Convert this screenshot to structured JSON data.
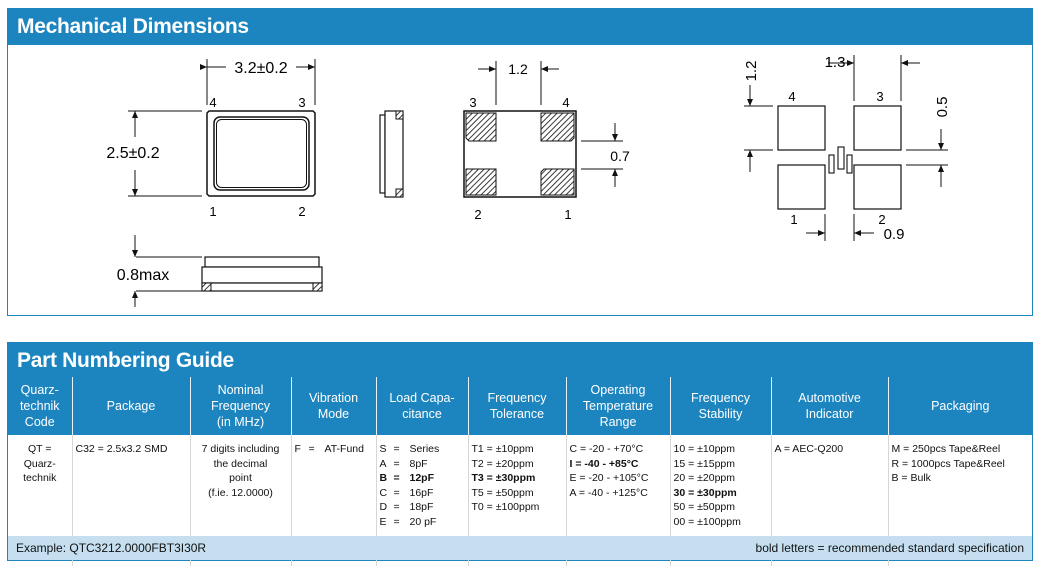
{
  "mechanical": {
    "title": "Mechanical Dimensions",
    "top_view": {
      "width_label": "3.2±0.2",
      "height_label": "2.5±0.2",
      "pins": [
        "4",
        "3",
        "1",
        "2"
      ]
    },
    "side_view": {
      "height_label": "0.8max"
    },
    "bottom_view": {
      "pad_pitch_label": "1.2",
      "pad_height_label": "0.7",
      "pins": [
        "3",
        "4",
        "2",
        "1"
      ]
    },
    "footprint": {
      "label_1_3": "1.3",
      "label_1_2": "1.2",
      "label_0_5": "0.5",
      "label_0_9": "0.9",
      "pins": [
        "4",
        "3",
        "1",
        "2"
      ]
    }
  },
  "part_numbering": {
    "title": "Part Numbering Guide",
    "columns": [
      {
        "header": [
          "Quarz-",
          "technik",
          "Code"
        ],
        "lines": [
          [
            "QT ="
          ],
          [
            "Quarz-"
          ],
          [
            "technik"
          ]
        ],
        "align": "center"
      },
      {
        "header": [
          "Package"
        ],
        "lines": [
          [
            "C32 = 2.5x3.2 SMD"
          ]
        ]
      },
      {
        "header": [
          "Nominal",
          "Frequency",
          "(in MHz)"
        ],
        "lines": [
          [
            "7 digits including"
          ],
          [
            "the decimal"
          ],
          [
            "point"
          ],
          [
            "(f.ie. 12.0000)"
          ]
        ],
        "align": "center"
      },
      {
        "header": [
          "Vibration",
          "Mode"
        ],
        "lines": [
          [
            "F",
            "=",
            "AT-Fund"
          ]
        ]
      },
      {
        "header": [
          "Load Capa-",
          "citance"
        ],
        "lines": [
          [
            "S",
            "=",
            "Series"
          ],
          [
            "A",
            "=",
            "8pF"
          ],
          [
            "B",
            "=",
            "12pF",
            "bold"
          ],
          [
            "C",
            "=",
            "16pF"
          ],
          [
            "D",
            "=",
            "18pF"
          ],
          [
            "E",
            "=",
            "20 pF"
          ]
        ]
      },
      {
        "header": [
          "Frequency",
          "Tolerance"
        ],
        "lines": [
          [
            "T1 = ±10ppm"
          ],
          [
            "T2 = ±20ppm"
          ],
          [
            "T3 = ±30ppm",
            "bold"
          ],
          [
            "T5 = ±50ppm"
          ],
          [
            "T0 = ±100ppm"
          ]
        ]
      },
      {
        "header": [
          "Operating",
          "Temperature",
          "Range"
        ],
        "lines": [
          [
            "C = -20 - +70°C"
          ],
          [
            "I = -40 - +85°C",
            "bold"
          ],
          [
            "E = -20 - +105°C"
          ],
          [
            "A = -40 - +125°C"
          ]
        ]
      },
      {
        "header": [
          "Frequency",
          "Stability"
        ],
        "lines": [
          [
            "10 = ±10ppm"
          ],
          [
            "15 = ±15ppm"
          ],
          [
            "20 = ±20ppm"
          ],
          [
            "30 = ±30ppm",
            "bold"
          ],
          [
            "50 = ±50ppm"
          ],
          [
            "00 = ±100ppm"
          ]
        ]
      },
      {
        "header": [
          "Automotive",
          "Indicator"
        ],
        "lines": [
          [
            "A = AEC-Q200"
          ]
        ]
      },
      {
        "header": [
          "Packaging"
        ],
        "lines": [
          [
            "M = 250pcs Tape&Reel"
          ],
          [
            "R = 1000pcs Tape&Reel"
          ],
          [
            "B = Bulk"
          ]
        ]
      }
    ],
    "footer": {
      "example": "Example: QTC3212.0000FBT3I30R",
      "note": "bold letters = recommended standard specification"
    }
  },
  "colors": {
    "accent": "#1c85c0",
    "footer_bg": "#c5dff0"
  }
}
